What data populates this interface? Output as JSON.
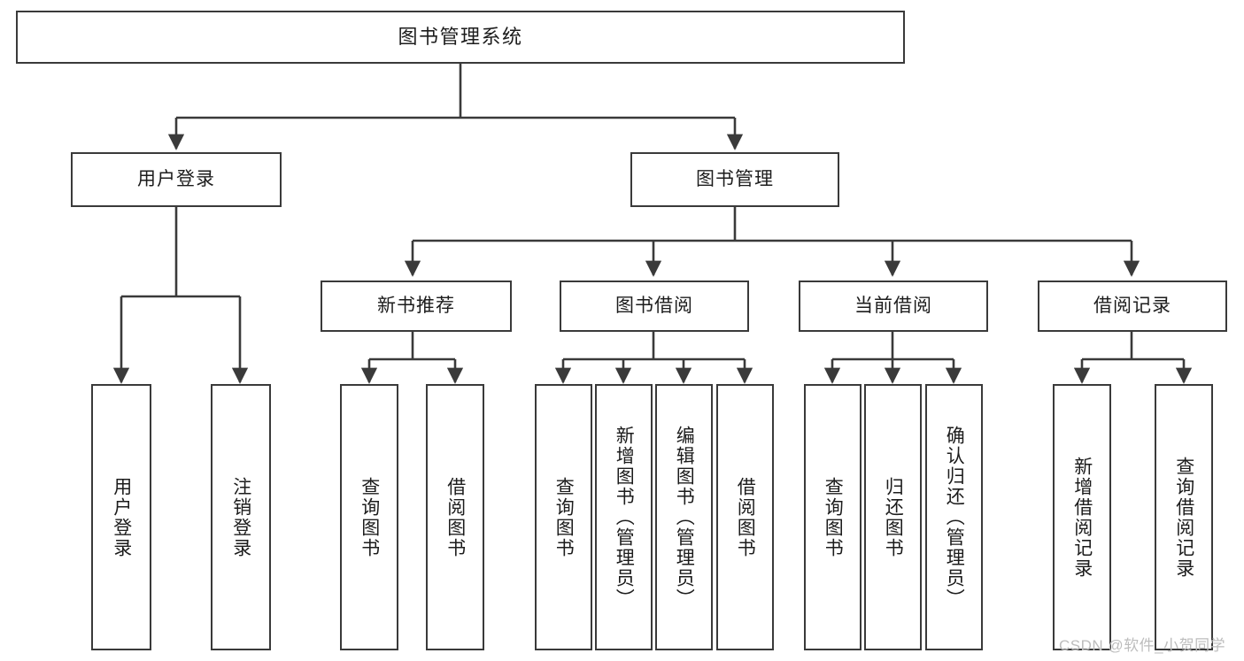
{
  "diagram": {
    "title": "图书管理系统",
    "type": "tree-hierarchy",
    "watermark": "CSDN @软件_小贺同学",
    "colors": {
      "background": "#ffffff",
      "node_border": "#3a3a3a",
      "node_fill": "#ffffff",
      "text": "#1c1c1c",
      "edge": "#3a3a3a",
      "watermark": "#bdbdbd"
    },
    "nodes": {
      "root": {
        "label": "图书管理系统"
      },
      "level2": [
        {
          "id": "user-login",
          "label": "用户登录"
        },
        {
          "id": "book-management",
          "label": "图书管理"
        }
      ],
      "level3": [
        {
          "id": "new-book-recommend",
          "label": "新书推荐"
        },
        {
          "id": "book-borrow",
          "label": "图书借阅"
        },
        {
          "id": "current-borrow",
          "label": "当前借阅"
        },
        {
          "id": "borrow-record",
          "label": "借阅记录"
        }
      ],
      "leaves": {
        "user-login": [
          {
            "id": "leaf-user-login",
            "label": "用户登录"
          },
          {
            "id": "leaf-logout",
            "label": "注销登录"
          }
        ],
        "new-book-recommend": [
          {
            "id": "leaf-query-book-1",
            "label": "查询图书"
          },
          {
            "id": "leaf-borrow-book-1",
            "label": "借阅图书"
          }
        ],
        "book-borrow": [
          {
            "id": "leaf-query-book-2",
            "label": "查询图书"
          },
          {
            "id": "leaf-add-book",
            "label": "新增图书（管理员）"
          },
          {
            "id": "leaf-edit-book",
            "label": "编辑图书（管理员）"
          },
          {
            "id": "leaf-borrow-book-2",
            "label": "借阅图书"
          }
        ],
        "current-borrow": [
          {
            "id": "leaf-query-book-3",
            "label": "查询图书"
          },
          {
            "id": "leaf-return-book",
            "label": "归还图书"
          },
          {
            "id": "leaf-confirm-return",
            "label": "确认归还（管理员）"
          }
        ],
        "borrow-record": [
          {
            "id": "leaf-add-record",
            "label": "新增借阅记录"
          },
          {
            "id": "leaf-query-record",
            "label": "查询借阅记录"
          }
        ]
      }
    }
  }
}
